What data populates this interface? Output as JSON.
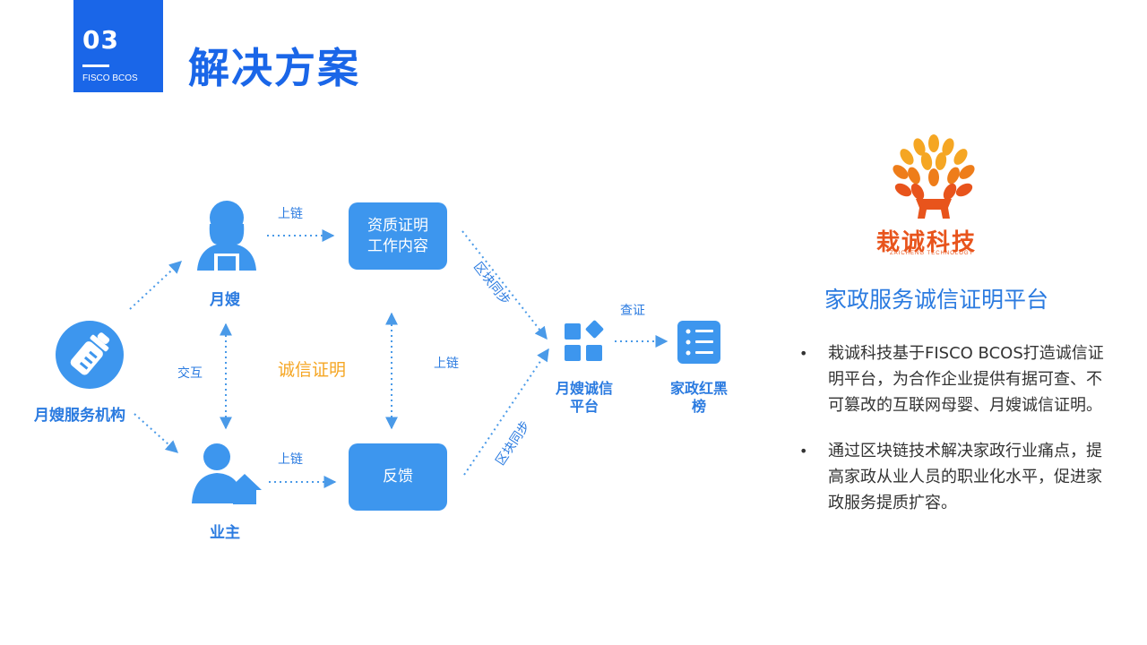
{
  "header": {
    "section_number": "03",
    "section_sub": "FISCO BCOS",
    "title": "解决方案"
  },
  "diagram": {
    "nodes": {
      "agency": "月嫂服务机构",
      "nanny": "月嫂",
      "owner": "业主",
      "qualification": "资质证明\n工作内容",
      "feedback": "反馈",
      "platform": "月嫂诚信\n平台",
      "redblack": "家政红黑\n榜"
    },
    "edges": {
      "chain_top": "上链",
      "chain_bottom": "上链",
      "chain_middle": "上链",
      "interact": "交互",
      "sync_top": "区块同步",
      "sync_bottom": "区块同步",
      "verify": "查证"
    },
    "center_label": "诚信证明"
  },
  "company": {
    "name": "栽诚科技",
    "name_en": "ZAICHENG TECHNOLOGY",
    "platform_title": "家政服务诚信证明平台"
  },
  "bullets": [
    "栽诚科技基于FISCO BCOS打造诚信证明平台，为合作企业提供有据可查、不可篡改的互联网母婴、月嫂诚信证明。",
    "通过区块链技术解决家政行业痛点，提高家政从业人员的职业化水平，促进家政服务提质扩容。"
  ],
  "colors": {
    "brand_blue": "#1a66e8",
    "node_blue": "#3d96ee",
    "accent_orange": "#f5a623",
    "logo_orange": "#e8541c"
  },
  "icons": [
    "baby-bottle-icon",
    "woman-user-icon",
    "owner-house-icon",
    "grid-apps-icon",
    "list-icon",
    "tree-logo-icon"
  ]
}
